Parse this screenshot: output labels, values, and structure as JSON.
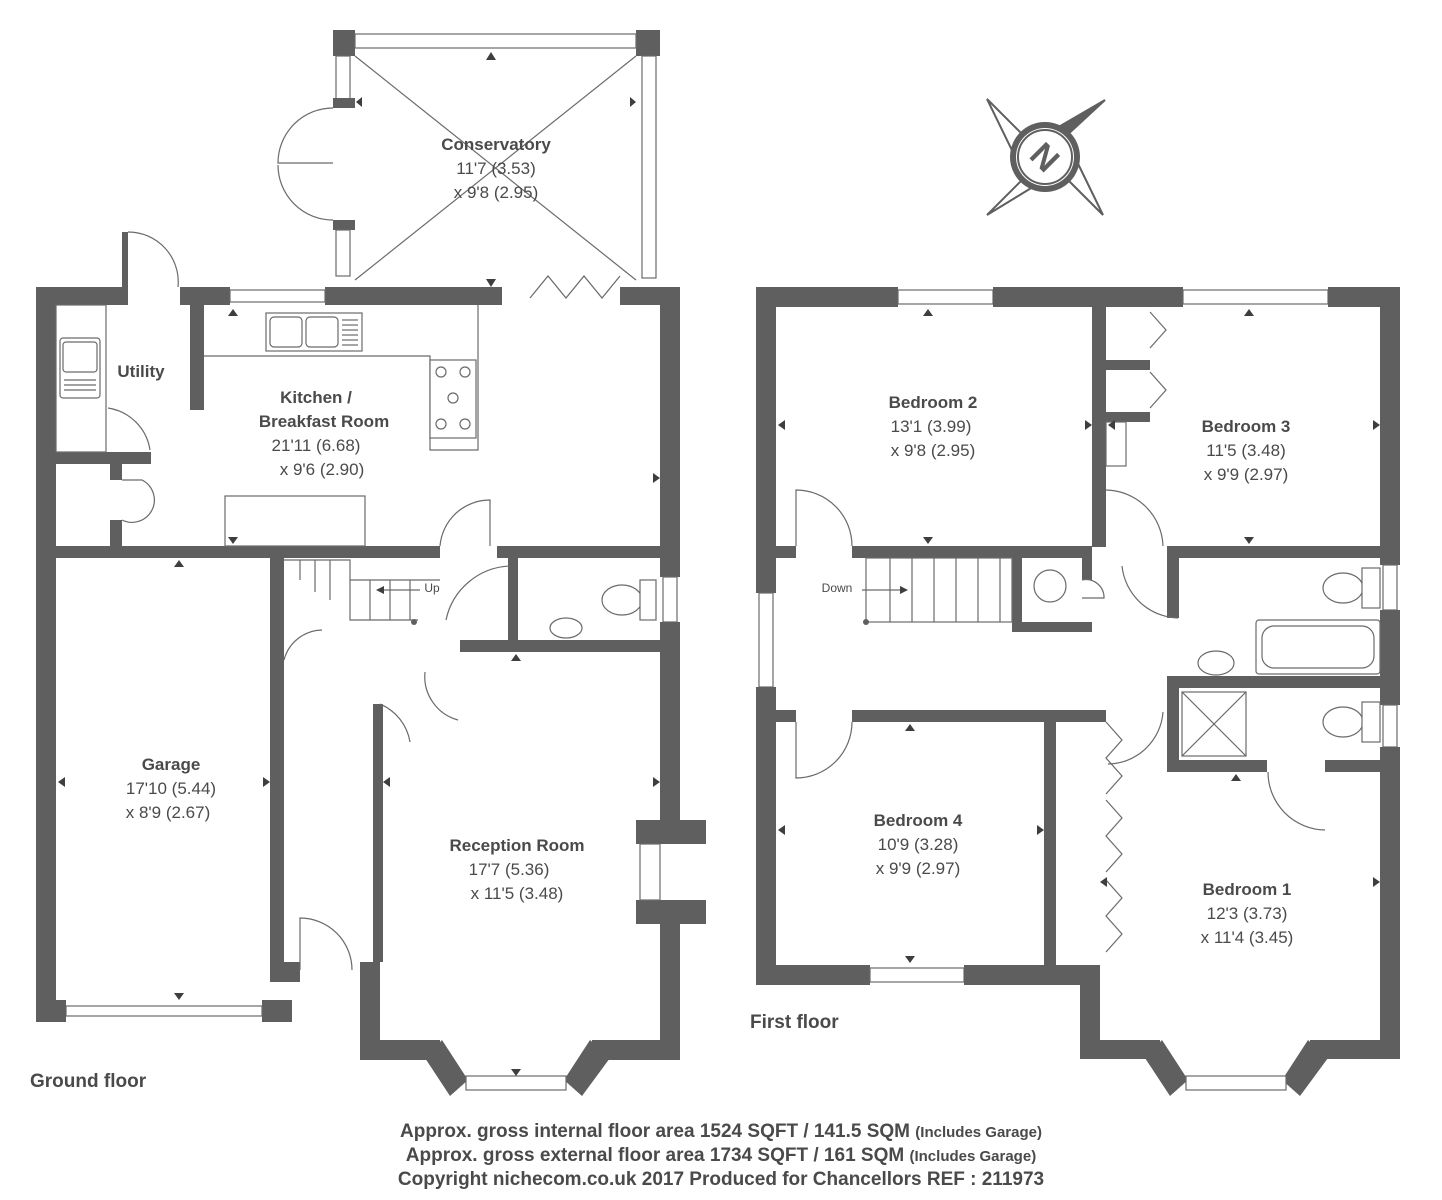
{
  "floors": {
    "ground": "Ground floor",
    "first": "First floor"
  },
  "rooms": {
    "conservatory": {
      "name": "Conservatory",
      "dim1": "11'7 (3.53)",
      "dim2": "x 9'8 (2.95)"
    },
    "utility": {
      "name": "Utility"
    },
    "kitchen": {
      "name1": "Kitchen /",
      "name2": "Breakfast Room",
      "dim1": "21'11 (6.68)",
      "dim2": "x 9'6 (2.90)"
    },
    "garage": {
      "name": "Garage",
      "dim1": "17'10 (5.44)",
      "dim2": "x 8'9 (2.67)"
    },
    "reception": {
      "name": "Reception Room",
      "dim1": "17'7 (5.36)",
      "dim2": "x 11'5 (3.48)"
    },
    "bedroom1": {
      "name": "Bedroom 1",
      "dim1": "12'3 (3.73)",
      "dim2": "x 11'4 (3.45)"
    },
    "bedroom2": {
      "name": "Bedroom 2",
      "dim1": "13'1 (3.99)",
      "dim2": "x 9'8 (2.95)"
    },
    "bedroom3": {
      "name": "Bedroom 3",
      "dim1": "11'5 (3.48)",
      "dim2": "x 9'9 (2.97)"
    },
    "bedroom4": {
      "name": "Bedroom 4",
      "dim1": "10'9 (3.28)",
      "dim2": "x 9'9 (2.97)"
    }
  },
  "stairs": {
    "up": "Up",
    "down": "Down"
  },
  "compass": {
    "letter": "N",
    "icon": "compass-icon"
  },
  "footer": {
    "line1": "Approx. gross internal floor area 1524 SQFT / 141.5 SQM",
    "line1_note": "(Includes Garage)",
    "line2": "Approx. gross external floor area 1734 SQFT / 161 SQM",
    "line2_note": "(Includes Garage)",
    "line3": "Copyright nichecom.co.uk 2017 Produced for Chancellors REF : 211973"
  },
  "colors": {
    "wall": "#5f5f5f",
    "text": "#4a4a4a",
    "background": "#ffffff"
  }
}
